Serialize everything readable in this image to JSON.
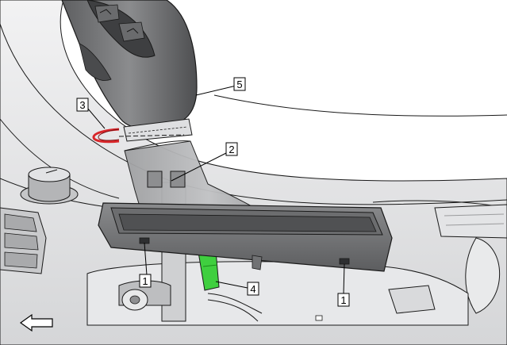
{
  "callouts": {
    "c1a": "1",
    "c1b": "1",
    "c2": "2",
    "c3": "3",
    "c4": "4",
    "c5": "5"
  },
  "colors": {
    "part_green": "#3fcf3f",
    "clip_red": "#d8262a",
    "body_dark": "#6d6e70",
    "body_mid": "#9a9b9d",
    "body_light": "#d7d8da",
    "line": "#1a1a1a"
  },
  "icons": {
    "direction_arrow": "arrow-left-outline-icon"
  }
}
